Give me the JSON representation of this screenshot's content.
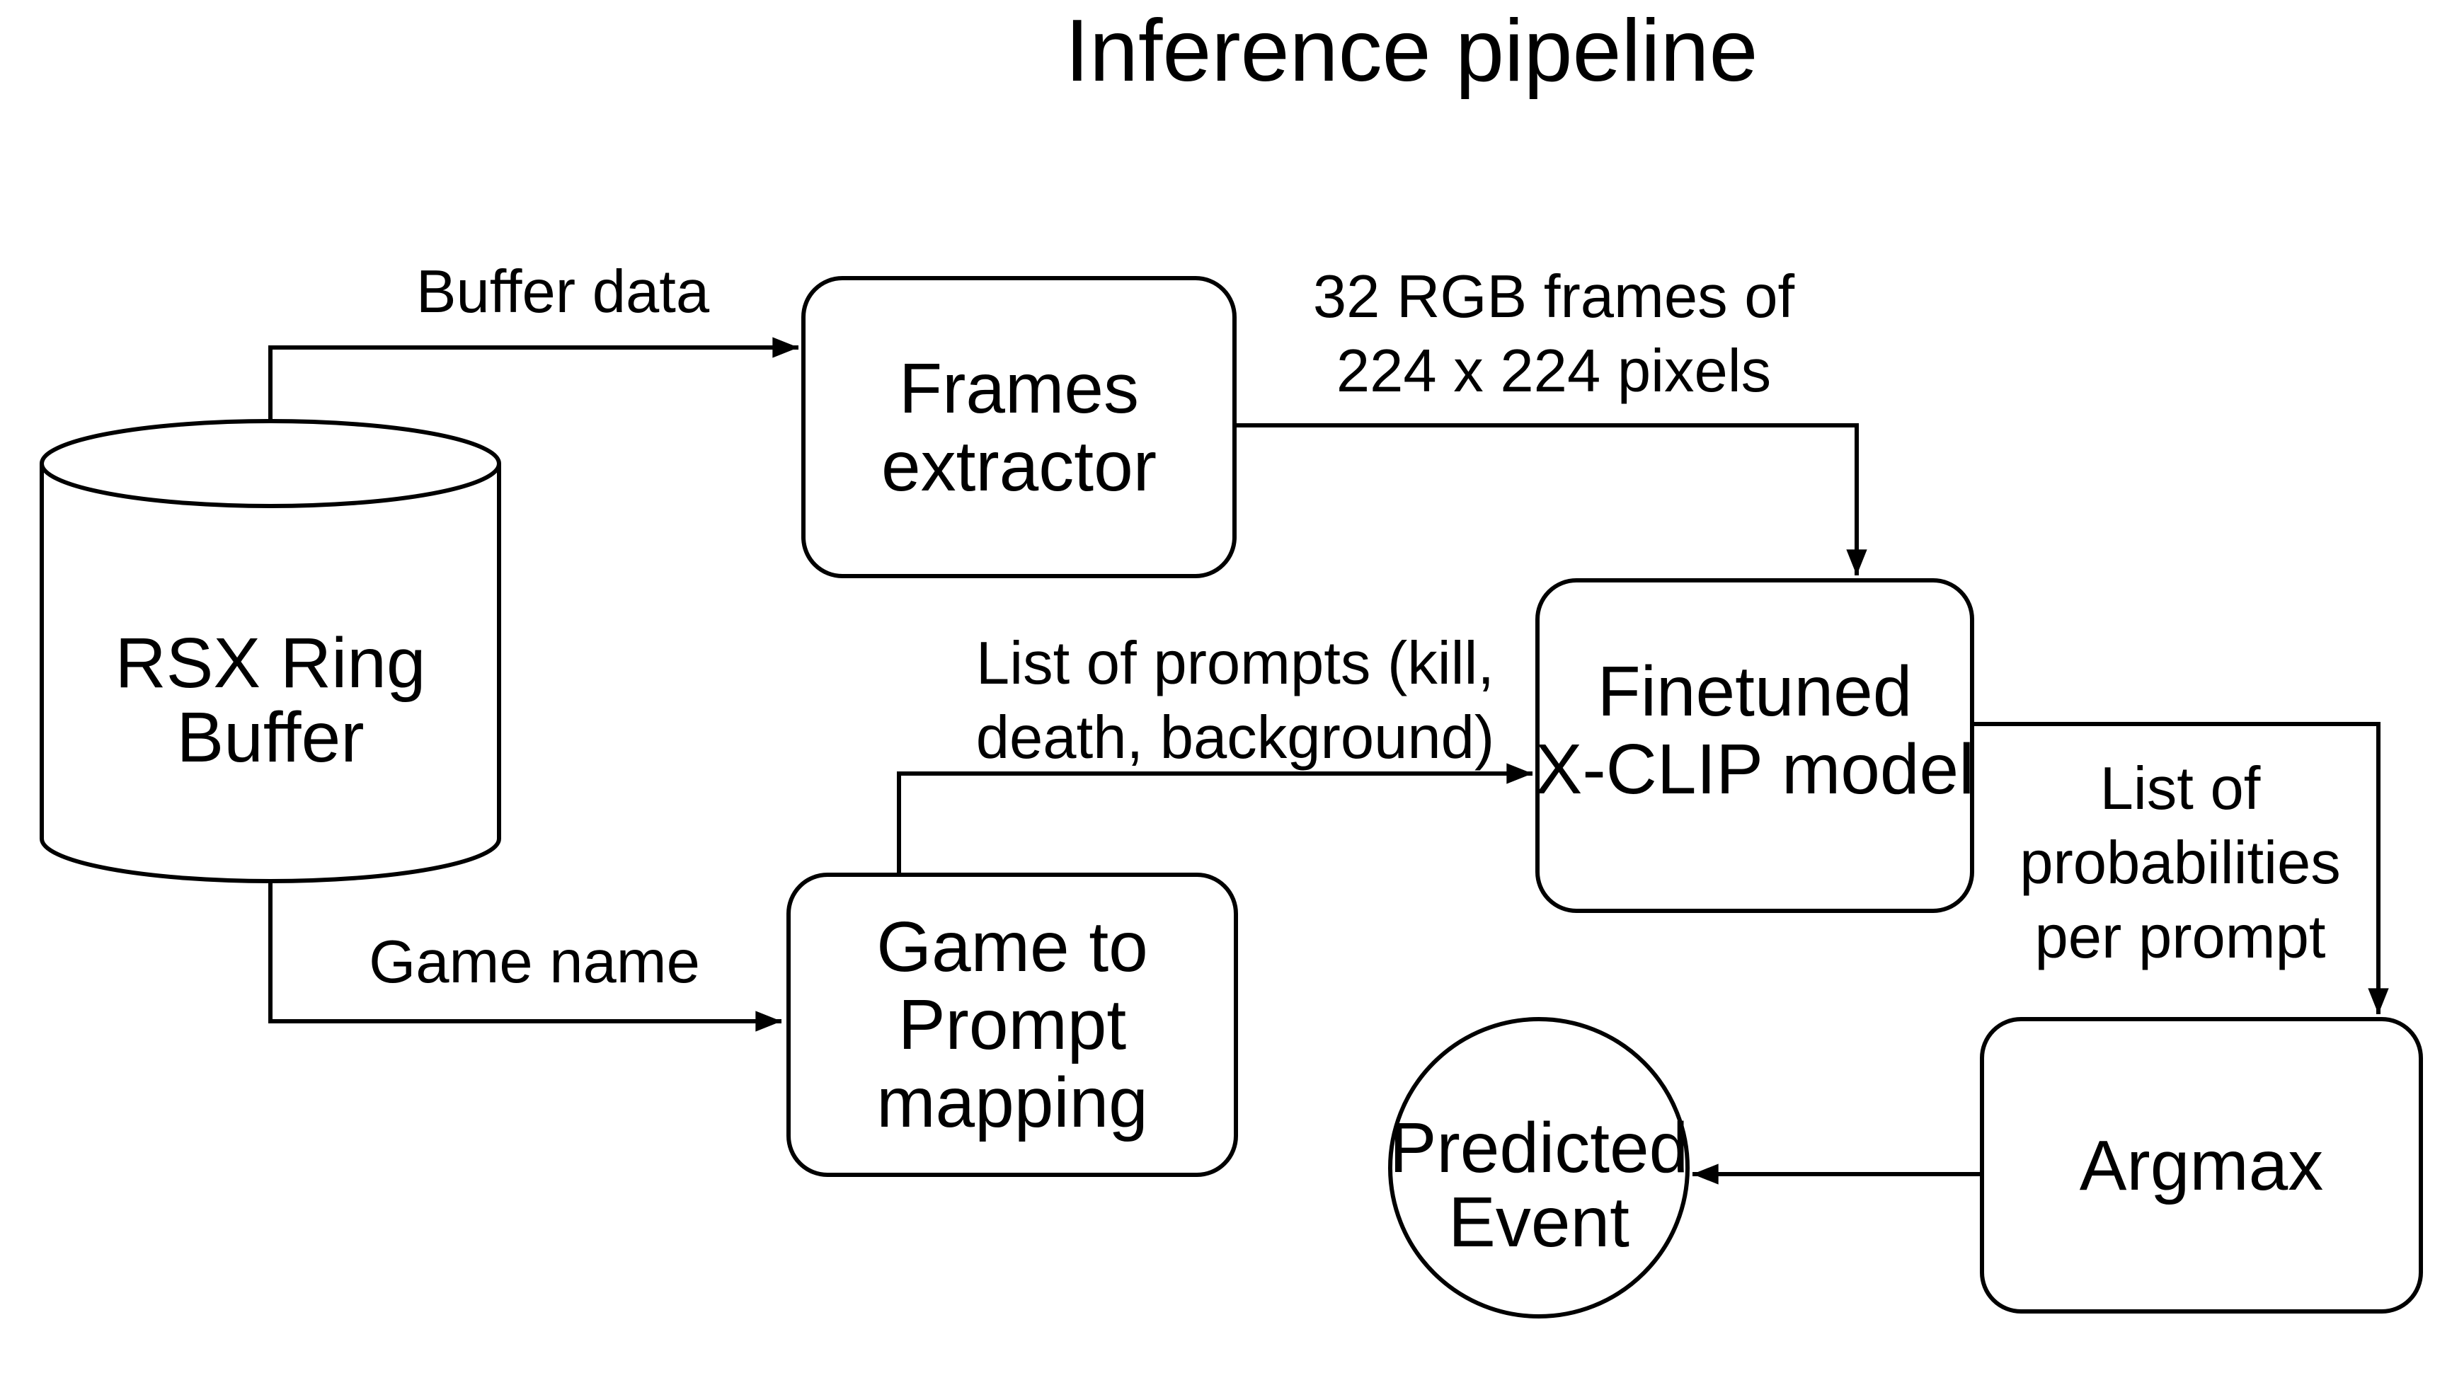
{
  "title": "Inference pipeline",
  "colors": {
    "background": "#ffffff",
    "stroke": "#000000",
    "text": "#000000"
  },
  "nodes": {
    "rsx_ring_buffer": {
      "shape": "cylinder",
      "label": "RSX Ring Buffer",
      "lines": [
        "RSX Ring",
        "Buffer"
      ]
    },
    "frames_extractor": {
      "shape": "rounded-rectangle",
      "label": "Frames extractor",
      "lines": [
        "Frames",
        "extractor"
      ]
    },
    "finetuned_xclip_model": {
      "shape": "rounded-rectangle",
      "label": "Finetuned X-CLIP model",
      "lines": [
        "Finetuned",
        "X-CLIP model"
      ]
    },
    "game_to_prompt_mapping": {
      "shape": "rounded-rectangle",
      "label": "Game to Prompt mapping",
      "lines": [
        "Game to",
        "Prompt",
        "mapping"
      ]
    },
    "argmax": {
      "shape": "rounded-rectangle",
      "label": "Argmax",
      "lines": [
        "Argmax"
      ]
    },
    "predicted_event": {
      "shape": "circle",
      "label": "Predicted Event",
      "lines": [
        "Predicted",
        "Event"
      ]
    }
  },
  "edges": {
    "buffer_data": {
      "from": "rsx_ring_buffer",
      "to": "frames_extractor",
      "label": "Buffer data",
      "lines": [
        "Buffer data"
      ]
    },
    "rgb_frames": {
      "from": "frames_extractor",
      "to": "finetuned_xclip_model",
      "label": "32 RGB frames of 224 x 224 pixels",
      "lines": [
        "32 RGB frames of",
        "224 x 224 pixels"
      ]
    },
    "prompt_list": {
      "from": "game_to_prompt_mapping",
      "to": "finetuned_xclip_model",
      "label": "List of prompts (kill, death, background)",
      "lines": [
        "List of prompts (kill,",
        "death, background)"
      ]
    },
    "game_name": {
      "from": "rsx_ring_buffer",
      "to": "game_to_prompt_mapping",
      "label": "Game name",
      "lines": [
        "Game name"
      ]
    },
    "probabilities": {
      "from": "finetuned_xclip_model",
      "to": "argmax",
      "label": "List of probabilities per prompt",
      "lines": [
        "List of",
        "probabilities",
        "per prompt"
      ]
    },
    "predicted": {
      "from": "argmax",
      "to": "predicted_event",
      "label": "",
      "lines": []
    }
  }
}
